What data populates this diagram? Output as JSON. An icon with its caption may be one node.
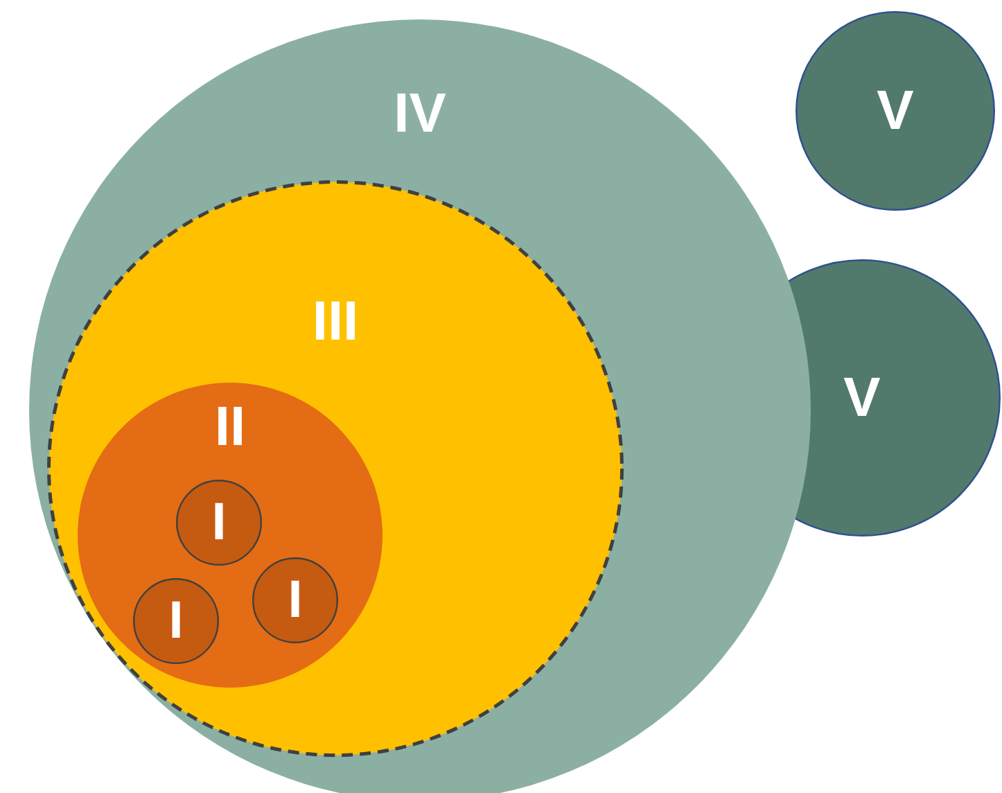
{
  "diagram": {
    "nodes": [
      {
        "text": [
          "IV"
        ]
      },
      {
        "text": [
          "III"
        ],
        "in": 0
      },
      {
        "text": [
          "II"
        ],
        "in": 1
      },
      {
        "text": [
          "I"
        ],
        "in": 2
      },
      {
        "text": [
          "I"
        ],
        "in": 2
      },
      {
        "text": [
          "I"
        ],
        "in": 2
      },
      {
        "text": [
          "V"
        ]
      },
      {
        "text": [
          "V"
        ]
      }
    ]
  }
}
